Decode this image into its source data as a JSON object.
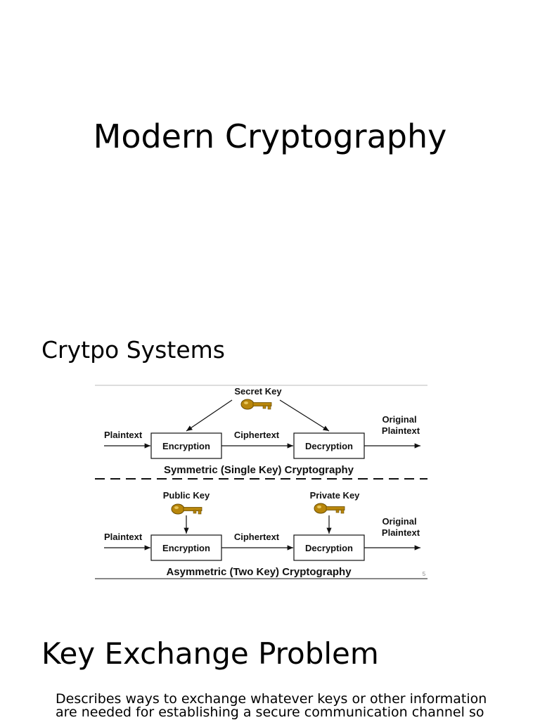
{
  "slides": {
    "title": "Modern Cryptography",
    "section1_heading": "Crytpo Systems",
    "section2_heading": "Key Exchange Problem",
    "body_lines": [
      "Describes ways to exchange whatever keys or other information",
      "are needed for establishing a secure communication channel so"
    ]
  },
  "diagram": {
    "symmetric": {
      "key_label": "Secret Key",
      "input_label": "Plaintext",
      "encrypt_label": "Encryption",
      "cipher_label": "Ciphertext",
      "decrypt_label": "Decryption",
      "output_label_line1": "Original",
      "output_label_line2": "Plaintext",
      "caption": "Symmetric (Single Key) Cryptography"
    },
    "asymmetric": {
      "public_key_label": "Public Key",
      "private_key_label": "Private Key",
      "input_label": "Plaintext",
      "encrypt_label": "Encryption",
      "cipher_label": "Ciphertext",
      "decrypt_label": "Decryption",
      "output_label_line1": "Original",
      "output_label_line2": "Plaintext",
      "caption": "Asymmetric (Two Key) Cryptography"
    },
    "page_number": "5",
    "key_color": "#b8860b"
  }
}
